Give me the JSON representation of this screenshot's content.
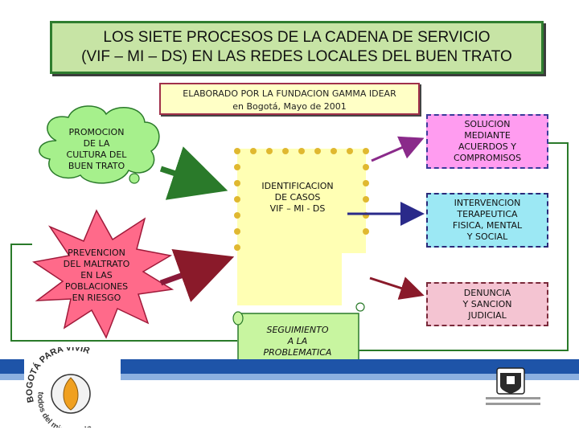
{
  "title": {
    "line1": "LOS SIETE PROCESOS DE LA CADENA DE SERVICIO",
    "line2": "(VIF – MI – DS) EN LAS REDES LOCALES DEL BUEN TRATO"
  },
  "credit": {
    "line1": "ELABORADO POR LA FUNDACION GAMMA IDEAR",
    "line2": "en Bogotá, Mayo de 2001"
  },
  "nodes": {
    "promocion": [
      "PROMOCION",
      "DE LA",
      "CULTURA DEL",
      "BUEN TRATO"
    ],
    "prevencion": [
      "PREVENCION",
      "DEL MALTRATO",
      "EN LAS",
      "POBLACIONES",
      "EN RIESGO"
    ],
    "identificacion": [
      "IDENTIFICACION",
      "DE CASOS",
      "VIF – MI - DS"
    ],
    "seguimiento": [
      "SEGUIMIENTO",
      "A LA",
      "PROBLEMATICA"
    ],
    "solucion": [
      "SOLUCION",
      "MEDIANTE",
      "ACUERDOS Y",
      "COMPROMISOS"
    ],
    "intervencion": [
      "INTERVENCION",
      "TERAPEUTICA",
      "FISICA, MENTAL",
      "Y SOCIAL"
    ],
    "denuncia": [
      "DENUNCIA",
      "Y SANCION",
      "JUDICIAL"
    ]
  },
  "logo": {
    "top_text": "BOGOTÁ PARA VIVIR",
    "bottom_text": "todos del mismo lado"
  },
  "colors": {
    "title_bg": "#c7e4a5",
    "cloud": "#a6f08c",
    "star": "#ff6a8a",
    "identificacion": "#ffffb4",
    "seguimiento": "#c8f5a0",
    "solucion": "#ff9cf0",
    "intervencion": "#9ce8f4",
    "denuncia": "#f4c4d2",
    "band": "#1e54a8"
  }
}
